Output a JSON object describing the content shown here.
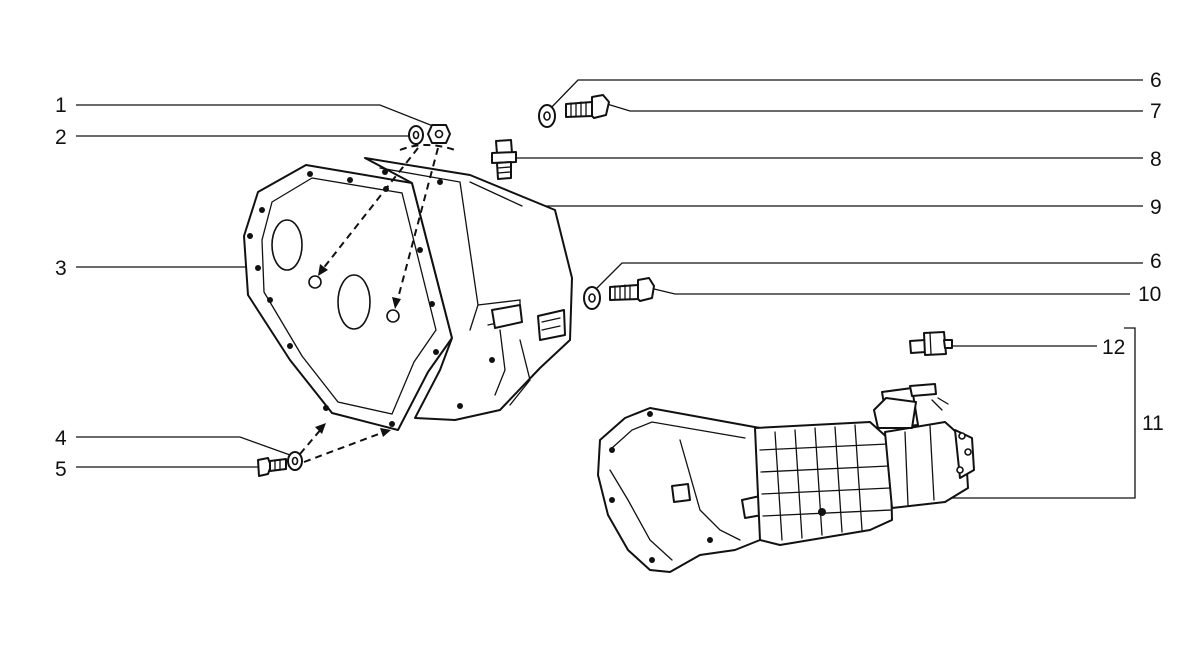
{
  "diagram": {
    "callouts": [
      {
        "id": "c1",
        "label": "1"
      },
      {
        "id": "c2",
        "label": "2"
      },
      {
        "id": "c3",
        "label": "3"
      },
      {
        "id": "c4",
        "label": "4"
      },
      {
        "id": "c5",
        "label": "5"
      },
      {
        "id": "c6a",
        "label": "6"
      },
      {
        "id": "c7",
        "label": "7"
      },
      {
        "id": "c8",
        "label": "8"
      },
      {
        "id": "c9",
        "label": "9"
      },
      {
        "id": "c6b",
        "label": "6"
      },
      {
        "id": "c10",
        "label": "10"
      },
      {
        "id": "c12",
        "label": "12"
      },
      {
        "id": "c11",
        "label": "11"
      }
    ],
    "line_color": "#111111",
    "background": "#ffffff"
  }
}
